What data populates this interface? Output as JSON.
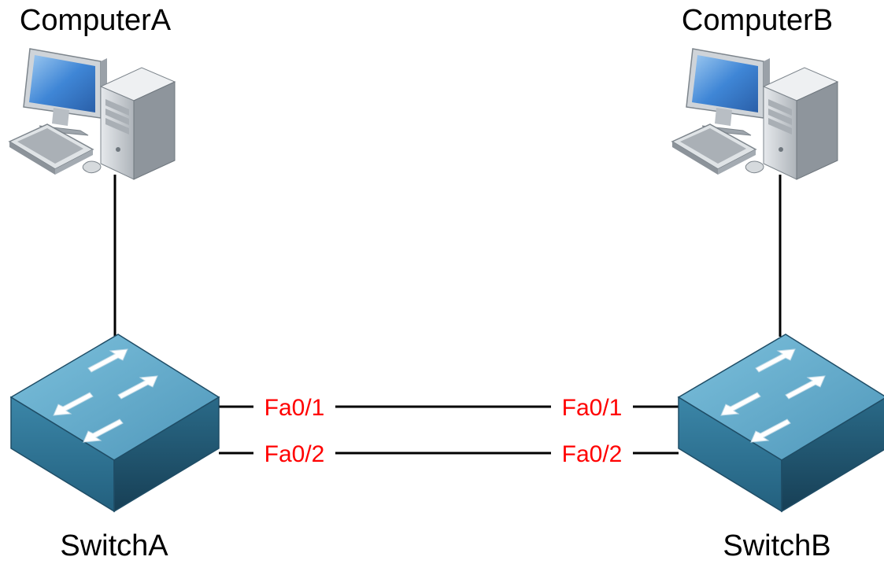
{
  "nodes": {
    "computer_a": {
      "label": "ComputerA",
      "icon": "desktop-computer-icon"
    },
    "computer_b": {
      "label": "ComputerB",
      "icon": "desktop-computer-icon"
    },
    "switch_a": {
      "label": "SwitchA",
      "icon": "switch-icon"
    },
    "switch_b": {
      "label": "SwitchB",
      "icon": "switch-icon"
    }
  },
  "links": [
    {
      "from": "switch_a",
      "to": "switch_b",
      "from_port": "Fa0/1",
      "to_port": "Fa0/1"
    },
    {
      "from": "switch_a",
      "to": "switch_b",
      "from_port": "Fa0/2",
      "to_port": "Fa0/2"
    },
    {
      "from": "computer_a",
      "to": "switch_a"
    },
    {
      "from": "computer_b",
      "to": "switch_b"
    }
  ],
  "colors": {
    "port_label": "#ff0000",
    "link": "#000000",
    "switch_top": "#5fa8c8",
    "switch_front": "#2f7494",
    "switch_side": "#1f5570",
    "monitor_screen": "#3a7fd0",
    "computer_body": "#c8cdd2"
  }
}
